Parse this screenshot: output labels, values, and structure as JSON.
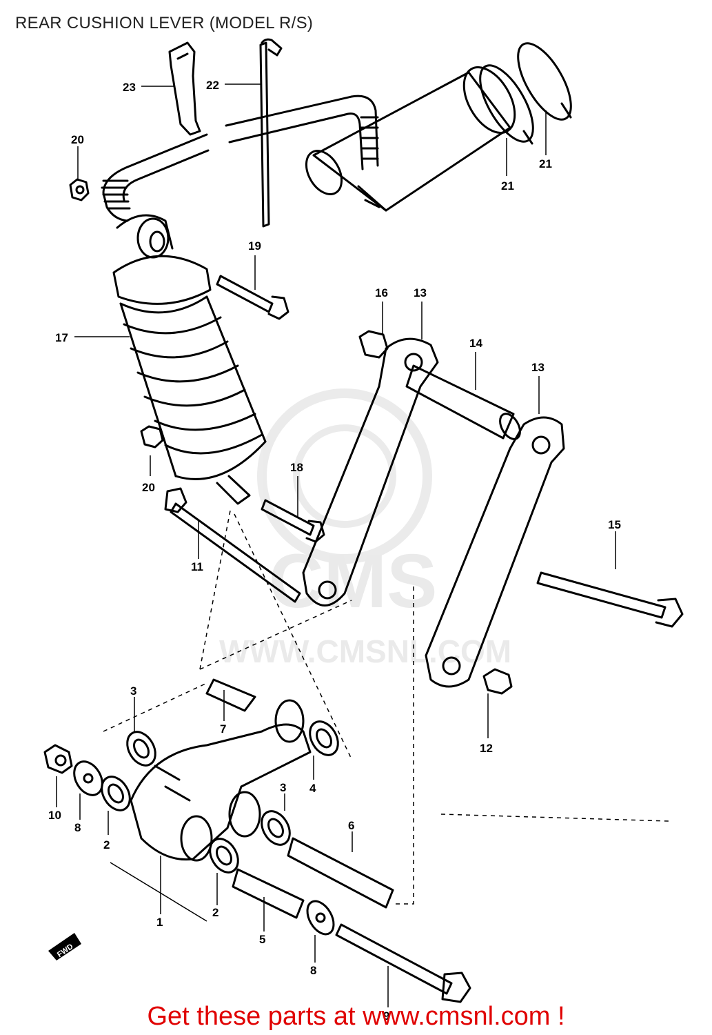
{
  "title": "REAR CUSHION LEVER (MODEL R/S)",
  "footer": "Get these parts at www.cmsnl.com !",
  "watermark": {
    "logo_text": "CMS",
    "url_text": "WWW.CMSNL.COM"
  },
  "fwd_label": "FWD",
  "part_labels": [
    "23",
    "22",
    "20",
    "21",
    "21",
    "19",
    "17",
    "16",
    "13",
    "14",
    "13",
    "20",
    "18",
    "15",
    "11",
    "3",
    "7",
    "12",
    "10",
    "8",
    "2",
    "3",
    "4",
    "6",
    "1",
    "2",
    "5",
    "8",
    "9"
  ],
  "colors": {
    "footer": "#e00000",
    "ink": "#000000",
    "watermark": "#d9d9d9"
  }
}
